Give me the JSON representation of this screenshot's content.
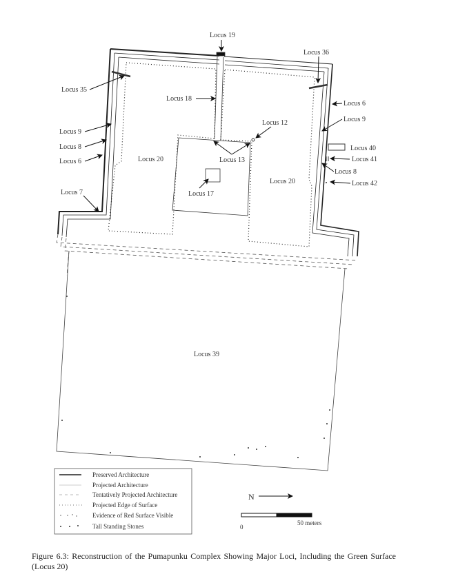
{
  "labels": {
    "locus19": "Locus 19",
    "locus36": "Locus 36",
    "locus35": "Locus 35",
    "locus18": "Locus  18",
    "locus6_right": "Locus 6",
    "locus9_right": "Locus 9",
    "locus12": "Locus  12",
    "locus9_left": "Locus  9",
    "locus8_left": "Locus  8",
    "locus6_left": "Locus 6",
    "locus20_left": "Locus 20",
    "locus13": "Locus 13",
    "locus40": "Locus 40",
    "locus41": "Locus 41",
    "locus8_right": "Locus 8",
    "locus20_right": "Locus 20",
    "locus42": "Locus 42",
    "locus17": "Locus 17",
    "locus7": "Locus 7",
    "locus39": "Locus 39"
  },
  "legend": [
    {
      "symbol": "solid-thick",
      "label": "Preserved Architecture"
    },
    {
      "symbol": "solid-thin",
      "label": "Projected Architecture"
    },
    {
      "symbol": "dashed",
      "label": "Tentatively Projected Architecture"
    },
    {
      "symbol": "dotted",
      "label": "Projected Edge of Surface"
    },
    {
      "symbol": "dots-sparse",
      "label": "Evidence of Red Surface Visible"
    },
    {
      "symbol": "dots-large",
      "label": "Tall Standing Stones"
    }
  ],
  "north": "N",
  "scale": {
    "start": "0",
    "end": "50 meters"
  },
  "caption": "Figure 6.3: Reconstruction of the Pumapunku Complex Showing Major Loci, Including the Green Surface (Locus 20)"
}
